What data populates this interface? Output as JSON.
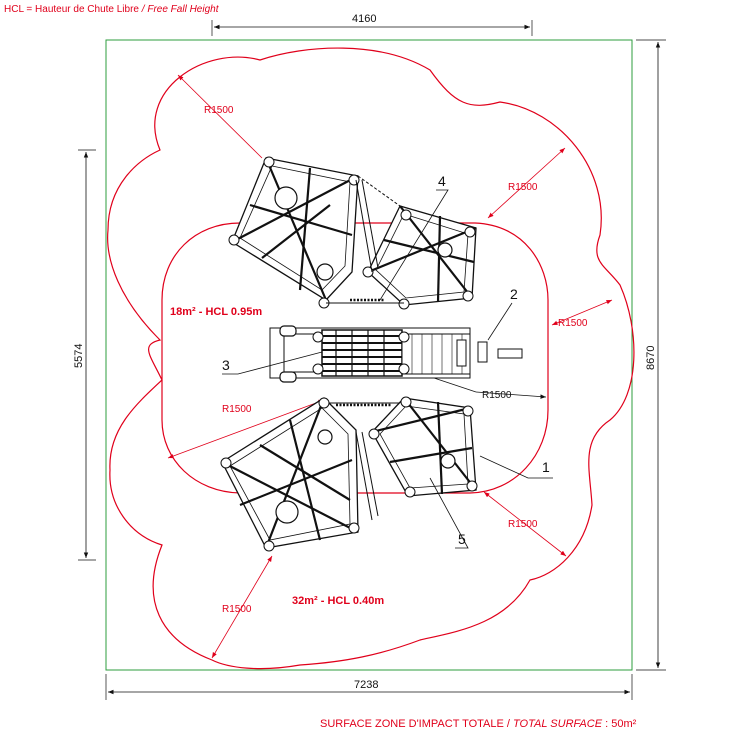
{
  "header": {
    "hcl_definition": "HCL = Hauteur de Chute Libre",
    "hcl_definition_en": "/ Free Fall Height"
  },
  "dimensions": {
    "top_width": "4160",
    "left_height": "5574",
    "right_height": "8670",
    "bottom_width": "7238"
  },
  "radius_labels": {
    "r1": "R1500",
    "r2": "R1500",
    "r3": "R1500",
    "r4": "R1500",
    "r5": "R1500",
    "r6": "R1500",
    "r7": "R1500"
  },
  "zones": {
    "inner": "18m² - HCL 0.95m",
    "outer": "32m² - HCL 0.40m"
  },
  "callouts": {
    "c1": "1",
    "c2": "2",
    "c3": "3",
    "c4": "4",
    "c5": "5"
  },
  "footer": {
    "total_fr": "SURFACE ZONE D'IMPACT TOTALE /",
    "total_en": "TOTAL SURFACE",
    "total_value": ": 50m²"
  },
  "colors": {
    "zone_outline": "#e0001b",
    "boundary": "#2e9e3e",
    "lines": "#111111"
  }
}
